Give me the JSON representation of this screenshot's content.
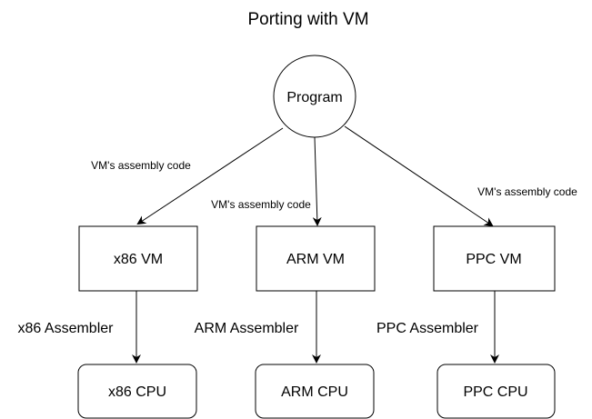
{
  "title": "Porting with VM",
  "nodes": {
    "program": {
      "label": "Program"
    },
    "x86_vm": {
      "label": "x86 VM"
    },
    "arm_vm": {
      "label": "ARM VM"
    },
    "ppc_vm": {
      "label": "PPC VM"
    },
    "x86_cpu": {
      "label": "x86 CPU"
    },
    "arm_cpu": {
      "label": "ARM CPU"
    },
    "ppc_cpu": {
      "label": "PPC CPU"
    }
  },
  "edges": {
    "program_to_x86_vm": {
      "label": "VM's assembly code"
    },
    "program_to_arm_vm": {
      "label": "VM's assembly code"
    },
    "program_to_ppc_vm": {
      "label": "VM's assembly code"
    },
    "x86_vm_to_x86_cpu": {
      "label": "x86 Assembler"
    },
    "arm_vm_to_arm_cpu": {
      "label": "ARM Assembler"
    },
    "ppc_vm_to_ppc_cpu": {
      "label": "PPC Assembler"
    }
  },
  "colors": {
    "stroke": "#000000",
    "fill": "#ffffff",
    "text": "#000000"
  }
}
